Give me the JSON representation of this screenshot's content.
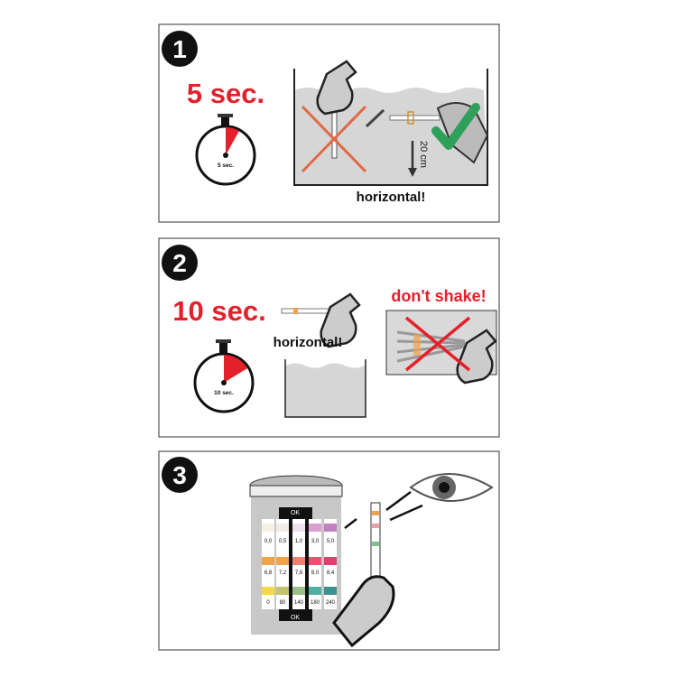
{
  "steps": [
    {
      "number": "1",
      "time": "5 sec.",
      "timer_label": "5 sec.",
      "depth_label": "20 cm",
      "instruction": "horizontal!",
      "timer_fraction": 0.083
    },
    {
      "number": "2",
      "time": "10 sec.",
      "timer_label": "10 sec.",
      "instruction": "horizontal!",
      "warning": "don't shake!",
      "timer_fraction": 0.167
    },
    {
      "number": "3",
      "canister": {
        "top_label": "OK",
        "bottom_label": "OK",
        "row1": [
          "0,0",
          "0,5",
          "1,0",
          "3,0",
          "5,0"
        ],
        "row2": [
          "6,8",
          "7,2",
          "7,6",
          "8,0",
          "8,4"
        ],
        "row3": [
          "0",
          "80",
          "140",
          "180",
          "240"
        ]
      }
    }
  ],
  "colors": {
    "accent_red": "#e4202a",
    "check_green": "#2fa05a",
    "cross_orange": "#e06a44",
    "water_gray": "#d6d6d6"
  }
}
